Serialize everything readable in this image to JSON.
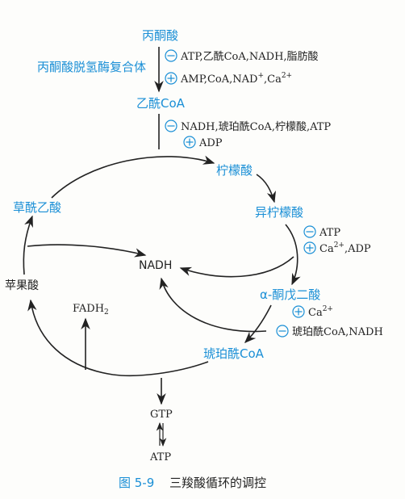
{
  "metabolites": {
    "pyruvate": "丙酮酸",
    "acetyl_coa": "乙酰CoA",
    "citrate": "柠檬酸",
    "isocitrate": "异柠檬酸",
    "alpha_kg": "α-酮戊二酸",
    "succinyl_coa": "琥珀酰CoA",
    "malate": "苹果酸",
    "oxaloacetate": "草酰乙酸",
    "nadh": "NADH",
    "fadh2": "FADH",
    "fadh2_sub": "2",
    "gtp": "GTP",
    "atp": "ATP"
  },
  "enzyme": {
    "pdh_complex": "丙酮酸脱氢酶复合体"
  },
  "regulation": {
    "pdh_inhibitors": "ATP,乙酰CoA,NADH,脂肪酸",
    "pdh_activators": "AMP,CoA,NAD",
    "pdh_activators_sup": "+",
    "pdh_activators_tail": ",Ca",
    "pdh_activators_tail_sup": "2+",
    "cs_inhibitors": "NADH,琥珀酰CoA,柠檬酸,ATP",
    "cs_activators": "ADP",
    "idh_inhibitors": "ATP",
    "idh_activators_pre": "Ca",
    "idh_activators_sup": "2+",
    "idh_activators_tail": ",ADP",
    "akgdh_activators_pre": "Ca",
    "akgdh_activators_sup": "2+",
    "akgdh_inhibitors": "琥珀酰CoA,NADH"
  },
  "caption": {
    "number": "图 5-9",
    "title": "三羧酸循环的调控"
  },
  "colors": {
    "accent_blue": "#1a8fd6",
    "line": "#222222"
  }
}
